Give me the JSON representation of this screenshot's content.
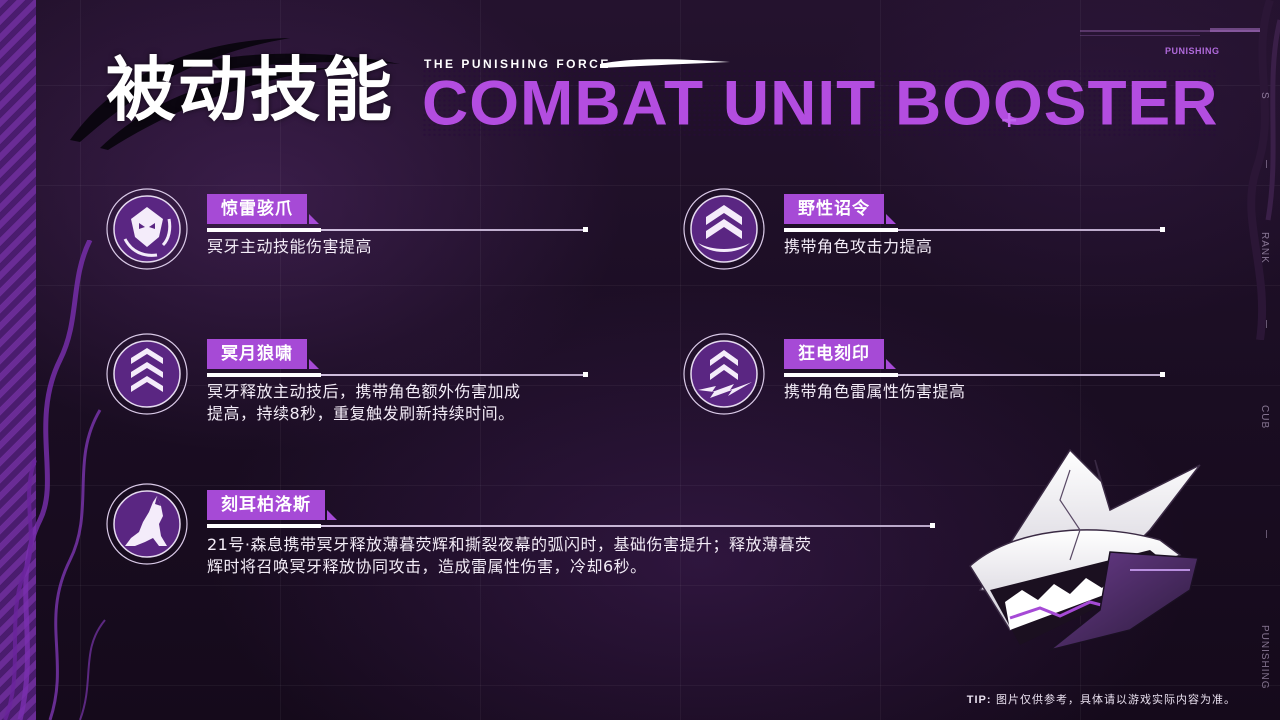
{
  "header": {
    "title_cn": "被动技能",
    "subtitle_small": "THE PUNISHING FORCE",
    "title_en": "COMBAT UNIT BOOSTER"
  },
  "corner": {
    "label": "PUNISHING"
  },
  "side_labels": [
    "S",
    "RANK",
    "CUB",
    "PUNISHING"
  ],
  "skills": [
    {
      "name": "惊雷骇爪",
      "desc": "冥牙主动技能伤害提高",
      "icon": "beast-face-icon"
    },
    {
      "name": "野性诏令",
      "desc": "携带角色攻击力提高",
      "icon": "chevron-rank-icon"
    },
    {
      "name": "冥月狼啸",
      "desc": "冥牙释放主动技后，携带角色额外伤害加成提高，持续8秒，重复触发刷新持续时间。",
      "desc_lines": [
        "冥牙释放主动技后，携带角色额外伤害加成",
        "提高，持续8秒，重复触发刷新持续时间。"
      ],
      "icon": "double-chevron-icon"
    },
    {
      "name": "狂电刻印",
      "desc": "携带角色雷属性伤害提高",
      "icon": "lightning-chevron-icon"
    },
    {
      "name": "刻耳柏洛斯",
      "desc": "21号·森息携带冥牙释放薄暮荧辉和撕裂夜幕的弧闪时，基础伤害提升；释放薄暮荧辉时将召唤冥牙释放协同攻击，造成雷属性伤害，冷却6秒。",
      "desc_lines": [
        "21号·森息携带冥牙释放薄暮荧辉和撕裂夜幕的弧闪时，基础伤害提升；释放薄暮荧",
        "辉时将召唤冥牙释放协同攻击，造成雷属性伤害，冷却6秒。"
      ],
      "icon": "howling-wolf-icon"
    }
  ],
  "tip": {
    "prefix": "TIP:",
    "text": "图片仅供参考，具体请以游戏实际内容为准。"
  },
  "colors": {
    "accent": "#a64ad6",
    "title_en": "#b34de0",
    "background": "#1d0f26"
  }
}
